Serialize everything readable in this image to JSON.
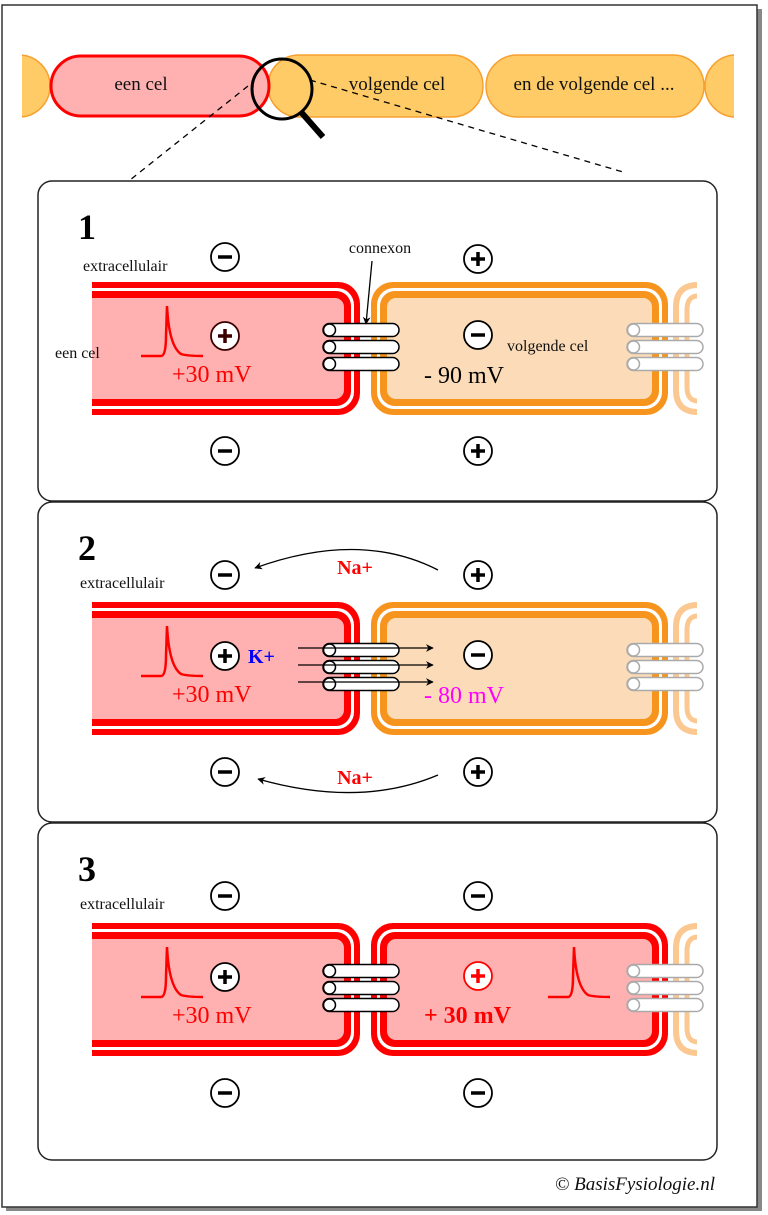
{
  "top_strip": {
    "cell_1": "een cel",
    "cell_2": "volgende cel",
    "cell_3": "en de volgende cel ..."
  },
  "colors": {
    "active_fill": "#ffb0b0",
    "active_border": "#ff0000",
    "resting_fill": "#fcdcb8",
    "resting_border": "#f7941d",
    "strip_fill": "#fecb66",
    "strip_border": "#f7a030",
    "potassium": "#0000ff",
    "sodium": "#ff0000",
    "depolarizing": "#ff00ff"
  },
  "panels": [
    {
      "number": "1",
      "extracellular_label": "extracellulair",
      "left_cell_label": "een cel",
      "right_cell_label": "volgende cel",
      "connexon_label": "connexon",
      "left_potential": "+30 mV",
      "right_potential": "- 90 mV",
      "left_charge_inside": "+",
      "right_charge_inside": "-",
      "left_charge_outside": "-",
      "right_charge_outside": "+"
    },
    {
      "number": "2",
      "extracellular_label": "extracellulair",
      "ion_inside": "K+",
      "ion_outside_top": "Na+",
      "ion_outside_bottom": "Na+",
      "left_potential": "+30 mV",
      "right_potential": "- 80 mV",
      "left_charge_inside": "+",
      "right_charge_inside": "-",
      "left_charge_outside": "-",
      "right_charge_outside": "+"
    },
    {
      "number": "3",
      "extracellular_label": "extracellulair",
      "left_potential": "+30 mV",
      "right_potential": "+ 30 mV",
      "left_charge_inside": "+",
      "right_charge_inside": "+",
      "left_charge_outside": "-",
      "right_charge_outside": "-"
    }
  ],
  "footer": {
    "copyright": "© BasisFysiologie.nl"
  }
}
